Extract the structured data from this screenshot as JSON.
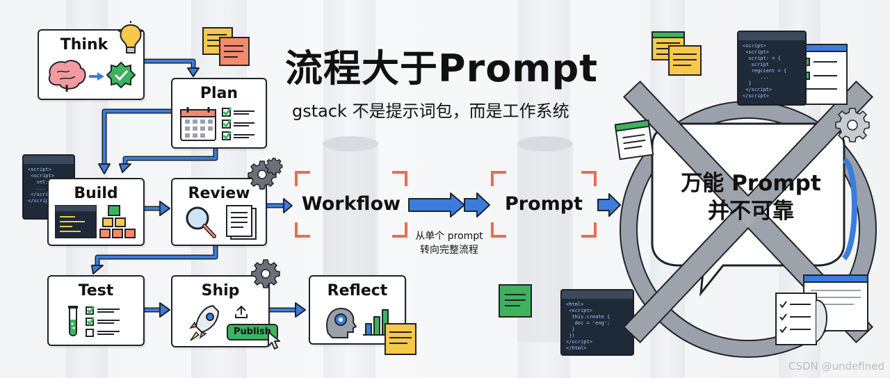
{
  "title": "流程大于Prompt",
  "subtitle": "gstack 不是提示词包，而是工作系统",
  "steps": {
    "think": "Think",
    "plan": "Plan",
    "build": "Build",
    "review": "Review",
    "test": "Test",
    "ship": "Ship",
    "reflect": "Reflect"
  },
  "publish_label": "Publish",
  "workflow_label": "Workflow",
  "prompt_label": "Prompt",
  "transition_note": [
    "从单个 prompt",
    "转向完整流程"
  ],
  "crossed_message": [
    "万能 Prompt",
    "并不可靠"
  ],
  "watermark": "CSDN @undefined",
  "colors": {
    "arrow_blue": "#3b7ddd",
    "bracket_orange": "#ef6b4f",
    "check_green": "#3db35e",
    "ring_gray": "#9aa1aa"
  }
}
